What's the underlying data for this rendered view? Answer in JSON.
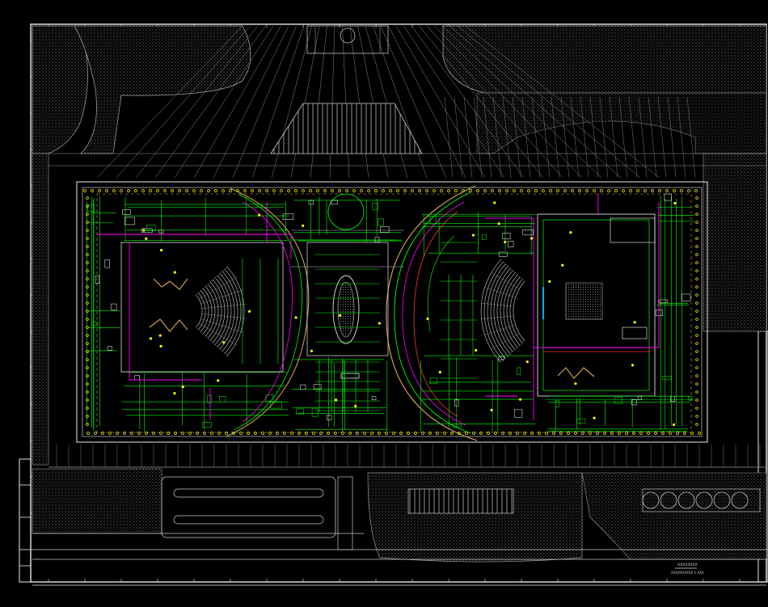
{
  "drawing": {
    "background": "#000000",
    "colors": {
      "frame": "#e8e8e8",
      "site": "#9a9a9a",
      "wall": "#c8c8c8",
      "wiring": "#00ff00",
      "equipment": "#ffff00",
      "conduit": "#ff00ff",
      "arc_line": "#ff3030",
      "grid": "#00aaff",
      "detail": "#ffffff",
      "tan": "#c8a050"
    },
    "title_note": "XXXXXXXX",
    "title_sub": "XXXXXXXXXX 1:XXX",
    "title_block_text": "XX XX XX"
  }
}
